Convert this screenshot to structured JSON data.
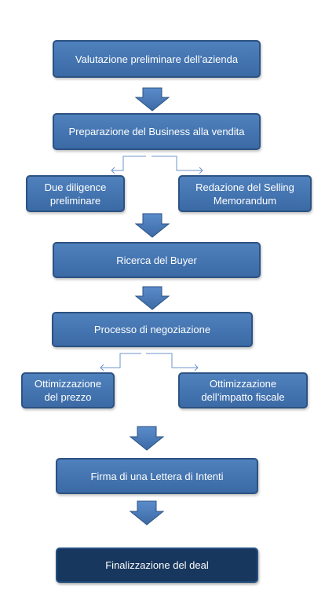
{
  "steps": {
    "valutazione": "Valutazione preliminare dell’azienda",
    "preparazione": "Preparazione del Business alla vendita",
    "due_diligence": "Due diligence preliminare",
    "selling_memo": "Redazione del Selling Memorandum",
    "ricerca_buyer": "Ricerca del Buyer",
    "negoziazione": "Processo di negoziazione",
    "ottim_prezzo": "Ottimizzazione del prezzo",
    "ottim_fiscale": "Ottimizzazione dell’impatto fiscale",
    "lettera_intenti": "Firma di una Lettera di Intenti",
    "finalizzazione": "Finalizzazione del deal"
  },
  "colors": {
    "box_fill": "#4f81bd",
    "box_border": "#2c5282",
    "final_fill": "#17375e",
    "arrow_fill": "#4f81bd",
    "connector": "#6b95cc"
  }
}
